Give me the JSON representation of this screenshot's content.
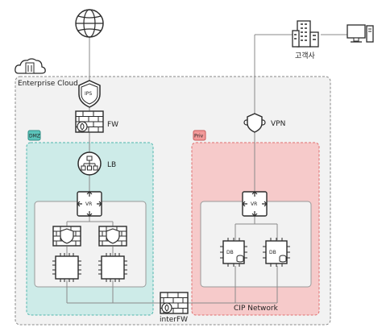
{
  "diagram": {
    "cloud_label": "Enterprise Cloud",
    "dmz_tag": "DMZ",
    "priv_tag": "Priv",
    "ips_label": "IPS",
    "fw_label": "FW",
    "lb_label": "LB",
    "vr_dmz_label": "VR",
    "vr_priv_label": "VR",
    "vpn_label": "VPN",
    "customer_label": "고객사",
    "db1_label": "DB",
    "db2_label": "DB",
    "cip_label": "CIP Network",
    "interfw_label": "interFW"
  },
  "colors": {
    "cloud_bg": "#f2f2f2",
    "dmz_bg": "#cdebe8",
    "dmz_border": "#4fb5ad",
    "priv_bg": "#f6caca",
    "priv_border": "#e06e6e",
    "inner_bg": "#f2f2f2",
    "line": "#8a8a8a"
  }
}
